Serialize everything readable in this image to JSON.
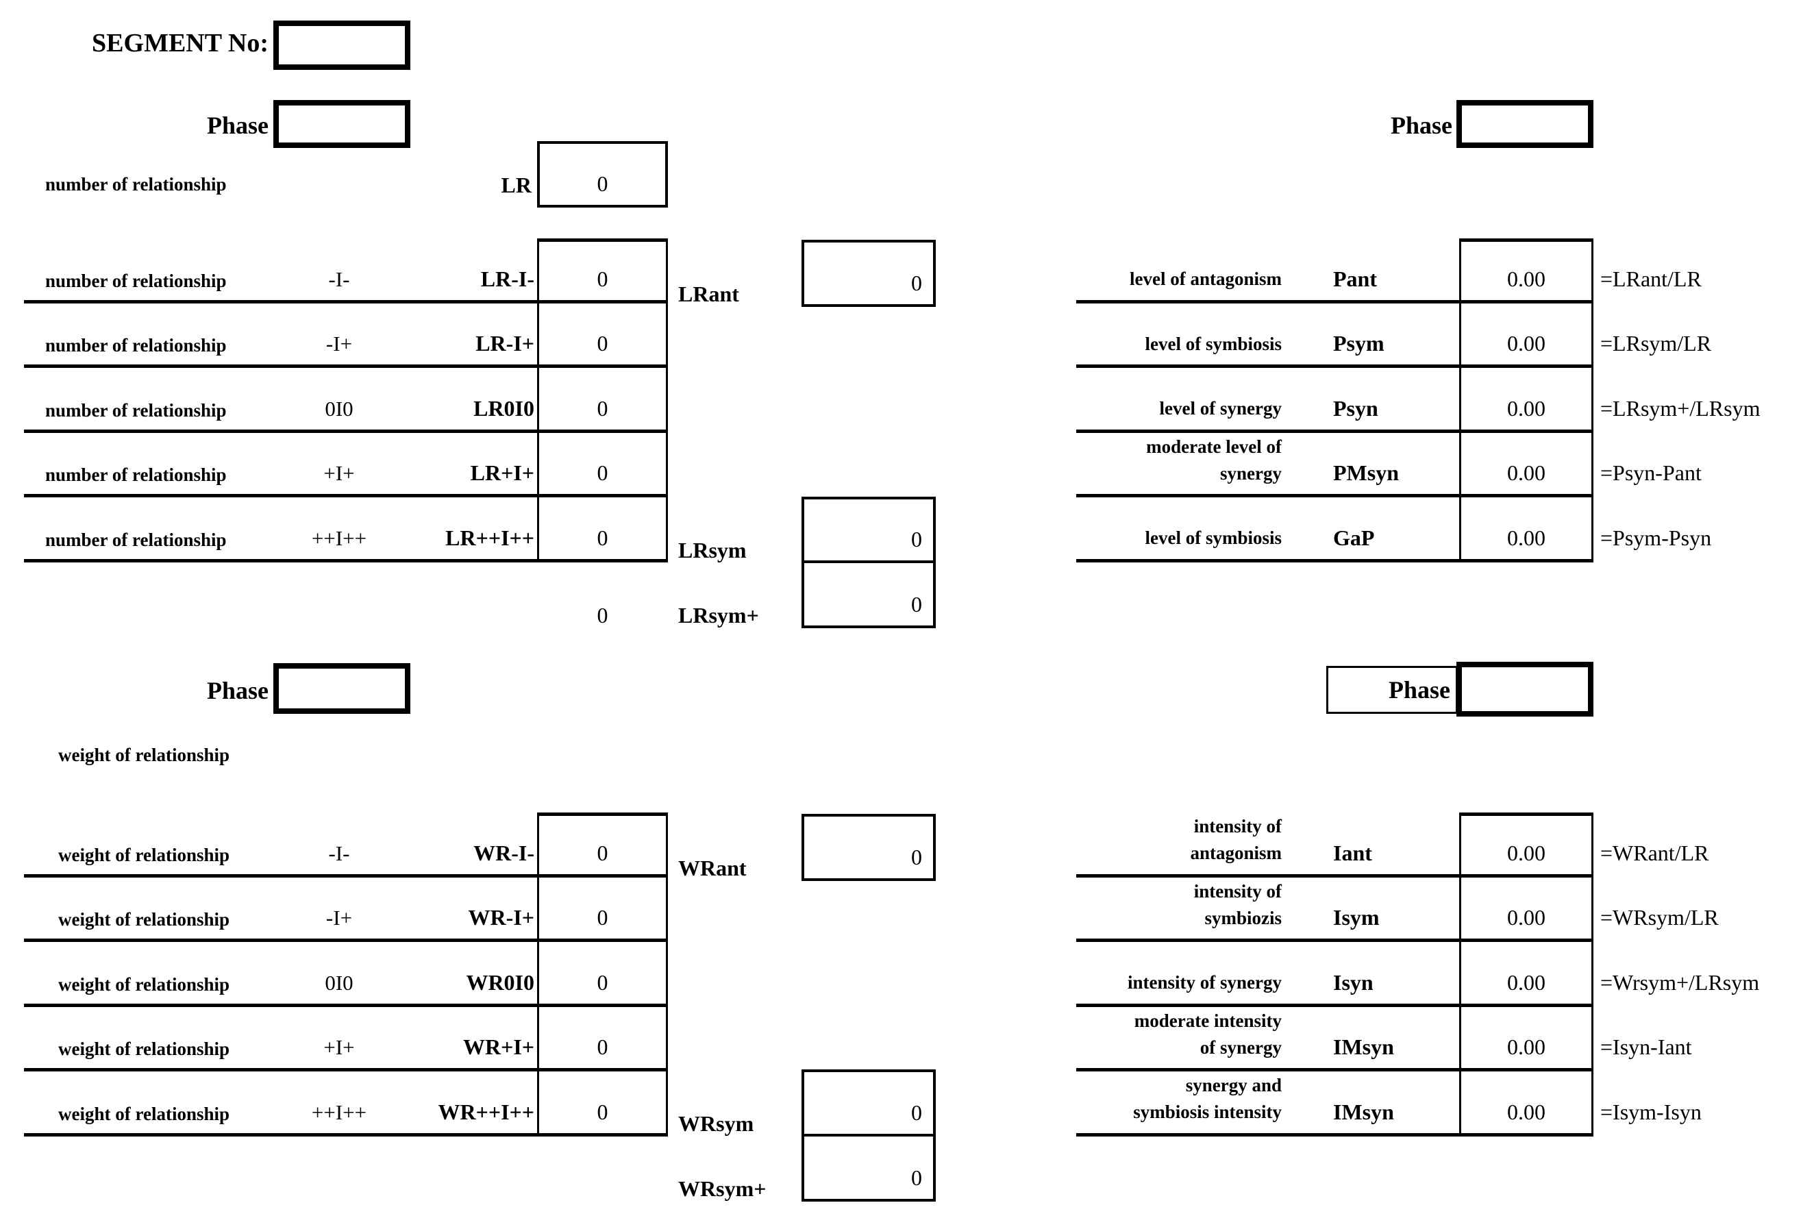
{
  "colors": {
    "ink": "#000000",
    "paper": "#ffffff"
  },
  "header": {
    "segment_label": "SEGMENT No:"
  },
  "top_left": {
    "phase_label": "Phase",
    "intro_label": "number of relationship",
    "lr": {
      "code": "LR",
      "value": "0"
    },
    "rows": [
      {
        "label": "number of relationship",
        "symbol": "-I-",
        "code": "LR-I-",
        "value": "0"
      },
      {
        "label": "number of relationship",
        "symbol": "-I+",
        "code": "LR-I+",
        "value": "0"
      },
      {
        "label": "number of relationship",
        "symbol": "0I0",
        "code": "LR0I0",
        "value": "0"
      },
      {
        "label": "number of relationship",
        "symbol": "+I+",
        "code": "LR+I+",
        "value": "0"
      },
      {
        "label": "number of relationship",
        "symbol": "++I++",
        "code": "LR++I++",
        "value": "0"
      }
    ],
    "aggregates": {
      "lrant": {
        "code": "LRant",
        "value": "0"
      },
      "lrsym": {
        "code": "LRsym",
        "value": "0"
      },
      "lrsym_plus": {
        "code": "LRsym+",
        "value": "0",
        "column_value": "0"
      }
    }
  },
  "top_right": {
    "phase_label": "Phase",
    "rows": [
      {
        "label": "level of antagonism",
        "code": "Pant",
        "value": "0.00",
        "formula": "=LRant/LR"
      },
      {
        "label": "level of symbiosis",
        "code": "Psym",
        "value": "0.00",
        "formula": "=LRsym/LR"
      },
      {
        "label": "level of synergy",
        "code": "Psyn",
        "value": "0.00",
        "formula": "=LRsym+/LRsym"
      },
      {
        "label": "moderate level of\nsynergy",
        "code": "PMsyn",
        "value": "0.00",
        "formula": "=Psyn-Pant"
      },
      {
        "label": "level of symbiosis",
        "code": "GaP",
        "value": "0.00",
        "formula": "=Psym-Psyn"
      }
    ]
  },
  "bottom_left": {
    "phase_label": "Phase",
    "intro_label": "weight of relationship",
    "rows": [
      {
        "label": "weight of relationship",
        "symbol": "-I-",
        "code": "WR-I-",
        "value": "0"
      },
      {
        "label": "weight of relationship",
        "symbol": "-I+",
        "code": "WR-I+",
        "value": "0"
      },
      {
        "label": "weight of relationship",
        "symbol": "0I0",
        "code": "WR0I0",
        "value": "0"
      },
      {
        "label": "weight of relationship",
        "symbol": "+I+",
        "code": "WR+I+",
        "value": "0"
      },
      {
        "label": "weight of relationship",
        "symbol": "++I++",
        "code": "WR++I++",
        "value": "0"
      }
    ],
    "aggregates": {
      "wrant": {
        "code": "WRant",
        "value": "0"
      },
      "wrsym": {
        "code": "WRsym",
        "value": "0"
      },
      "wrsym_plus": {
        "code": "WRsym+",
        "value": "0"
      }
    }
  },
  "bottom_right": {
    "phase_label": "Phase",
    "rows": [
      {
        "label": "intensity of\nantagonism",
        "code": "Iant",
        "value": "0.00",
        "formula": "=WRant/LR"
      },
      {
        "label": "intensity of\nsymbiozis",
        "code": "Isym",
        "value": "0.00",
        "formula": "=WRsym/LR"
      },
      {
        "label": "intensity of synergy",
        "code": "Isyn",
        "value": "0.00",
        "formula": "=Wrsym+/LRsym"
      },
      {
        "label": "moderate intensity\nof synergy",
        "code": "IMsyn",
        "value": "0.00",
        "formula": "=Isyn-Iant"
      },
      {
        "label": "synergy and\nsymbiosis intensity",
        "code": "IMsyn",
        "value": "0.00",
        "formula": "=Isym-Isyn"
      }
    ]
  }
}
